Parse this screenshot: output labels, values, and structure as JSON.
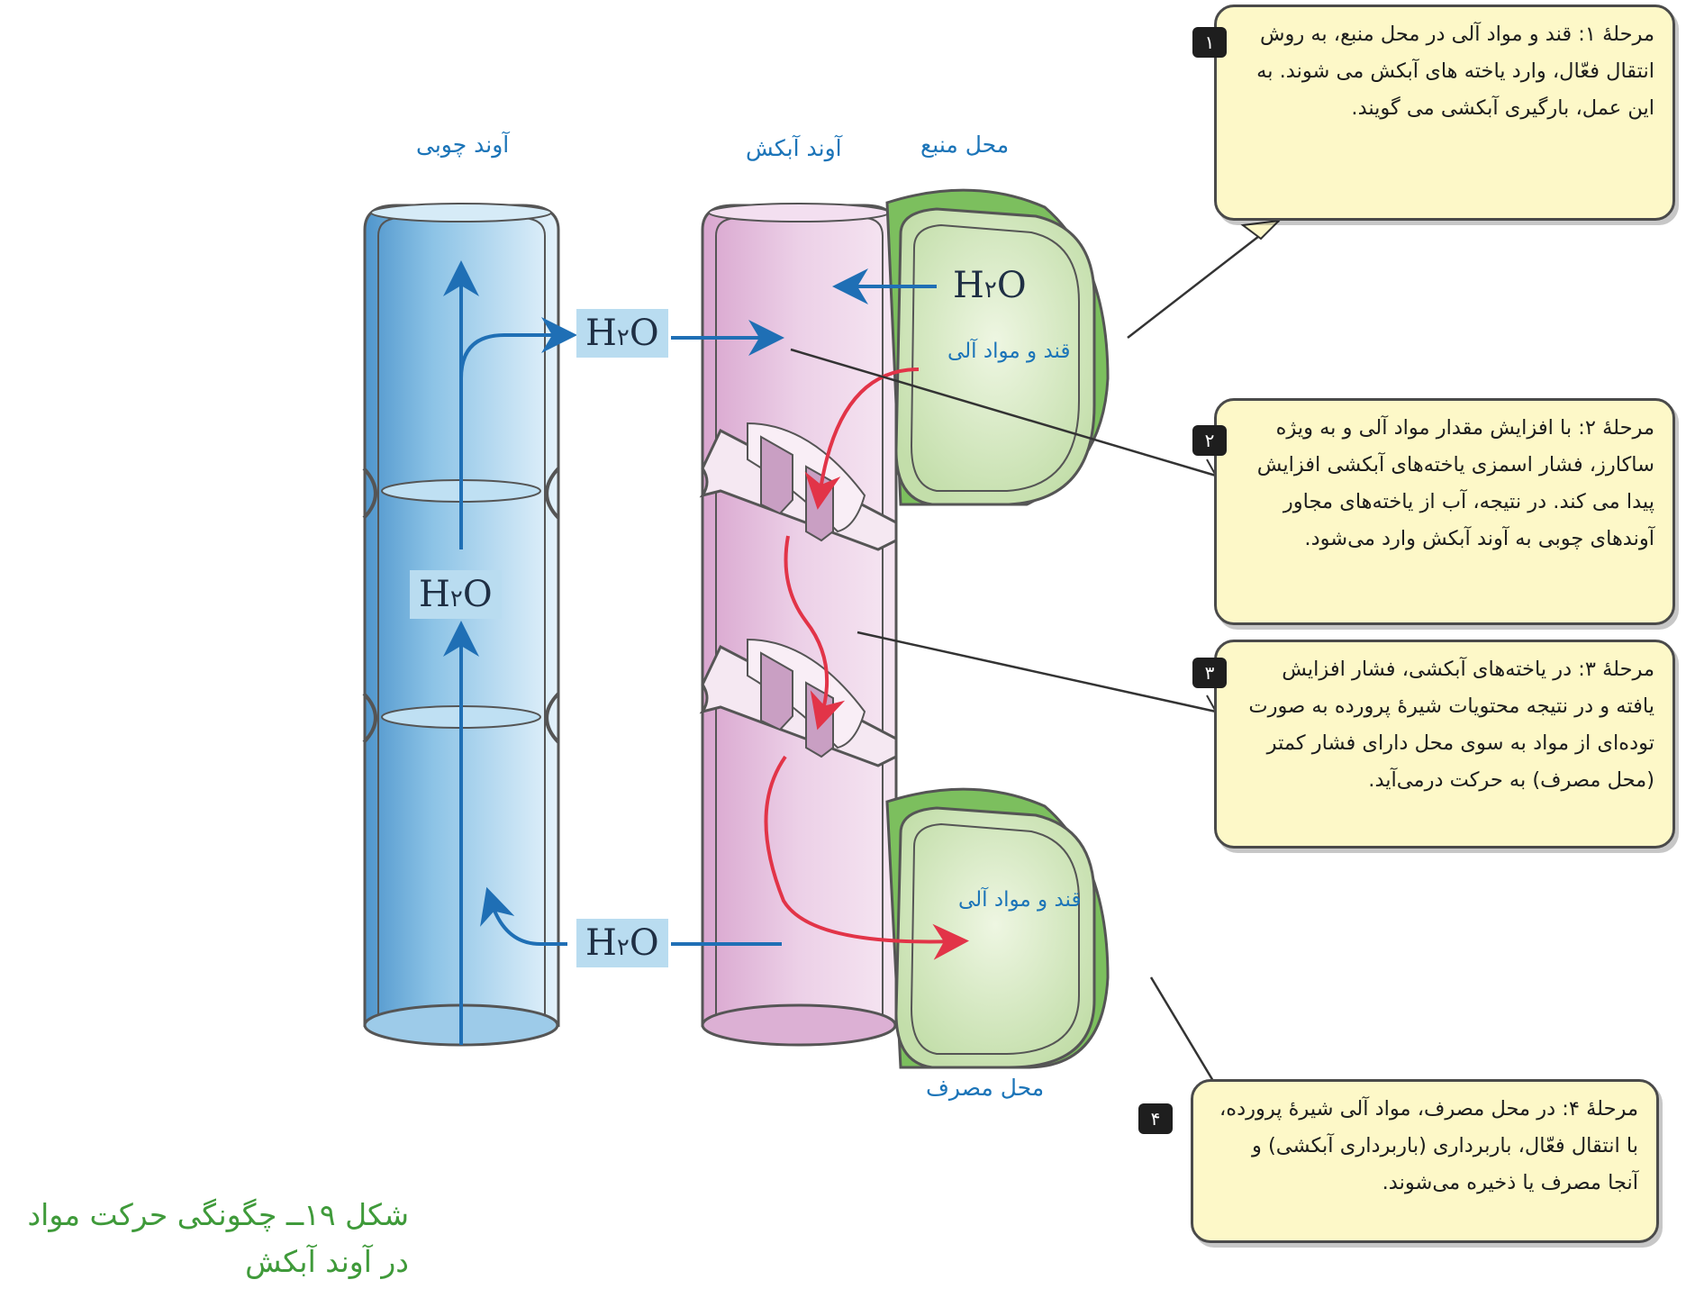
{
  "labels": {
    "xylem": "آوند چوبی",
    "phloem": "آوند آبکش",
    "source": "محل منبع",
    "sink": "محل مصرف"
  },
  "water": {
    "prefix": "H",
    "subscript": "۲",
    "suffix": "O"
  },
  "sugar_label": "قند و مواد آلی",
  "steps": [
    {
      "badge": "۱",
      "text": "مرحلهٔ ۱: قند و مواد آلی در محل منبع، به روش انتقال فعّال، وارد یاخته های آبکش می شوند. به این عمل، بارگیری آبکشی می گویند."
    },
    {
      "badge": "۲",
      "text": "مرحلهٔ ۲: با افزایش مقدار مواد آلی و به ویژه ساکارز، فشار اسمزی یاخته‌های آبکشی افزایش پیدا می کند. در نتیجه، آب از یاخته‌های مجاور آوندهای چوبی به آوند آبکش وارد می‌شود."
    },
    {
      "badge": "۳",
      "text": "مرحلهٔ ۳: در یاخته‌های آبکشی، فشار افزایش یافته و در نتیجه محتویات شیرهٔ پرورده به صورت توده‌ای از مواد به سوی محل دارای فشار کمتر (محل مصرف) به حرکت درمی‌آید."
    },
    {
      "badge": "۴",
      "text": "مرحلهٔ ۴: در محل مصرف، مواد آلی شیرهٔ پرورده، با انتقال فعّال، باربرداری (باربرداری آبکشی) و آنجا مصرف یا ذخیره می‌شوند."
    }
  ],
  "caption": "شکل ۱۹ــ چگونگی حرکت مواد در آوند آبکش",
  "colors": {
    "water_arrow": "#1f6fb5",
    "sugar_arrow": "#e23448",
    "xylem_fill": "#8cc3e6",
    "phloem_fill": "#e6c0de",
    "cell_fill": "#d4e8bd",
    "box_fill": "#fdf8c8",
    "caption": "#3f9a3a"
  }
}
